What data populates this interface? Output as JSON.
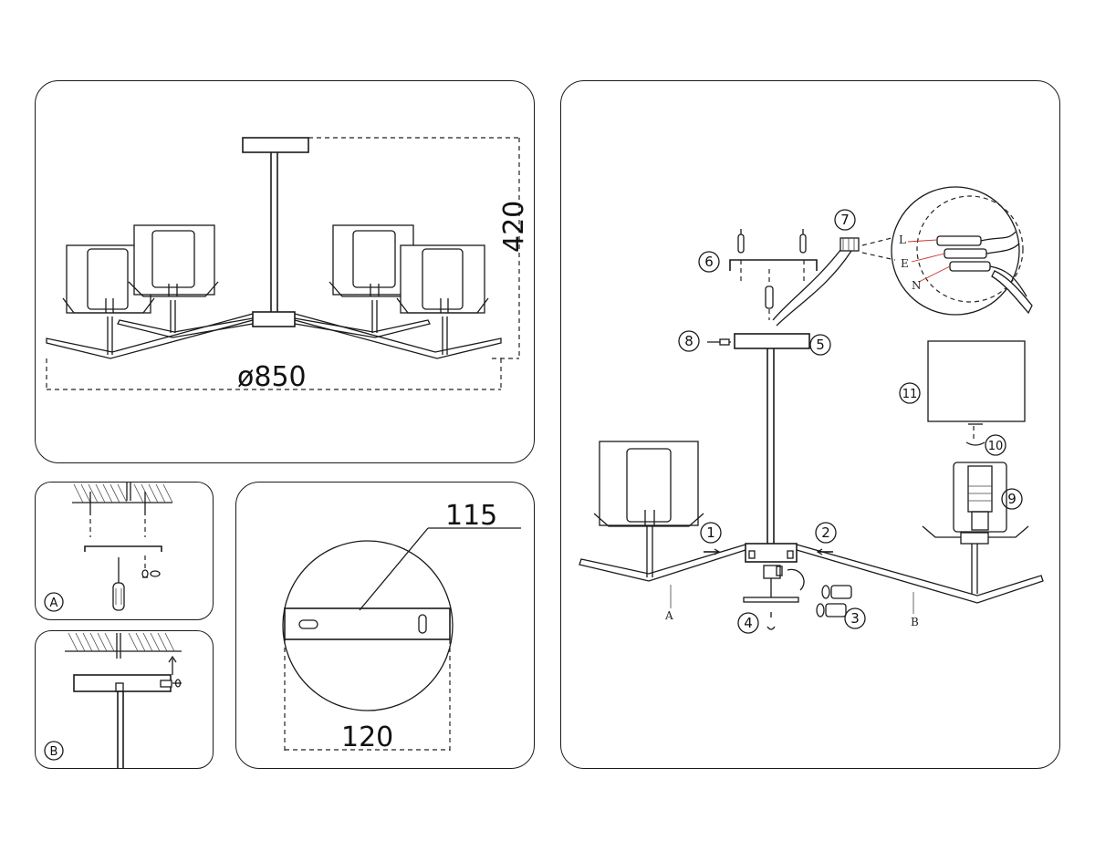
{
  "dimensions": {
    "height": "420",
    "diameter": "ø850",
    "plate_length": "115",
    "plate_width": "120"
  },
  "step_labels": {
    "a": "A",
    "b": "B"
  },
  "arm_labels": {
    "a": "A",
    "b": "B"
  },
  "part_numbers": [
    "1",
    "2",
    "3",
    "4",
    "5",
    "6",
    "7",
    "8",
    "9",
    "10",
    "11"
  ],
  "wire_labels": {
    "live": "L",
    "earth": "E",
    "neutral": "N"
  },
  "colors": {
    "line": "#1a1a1a",
    "wire": "#c8332e"
  }
}
